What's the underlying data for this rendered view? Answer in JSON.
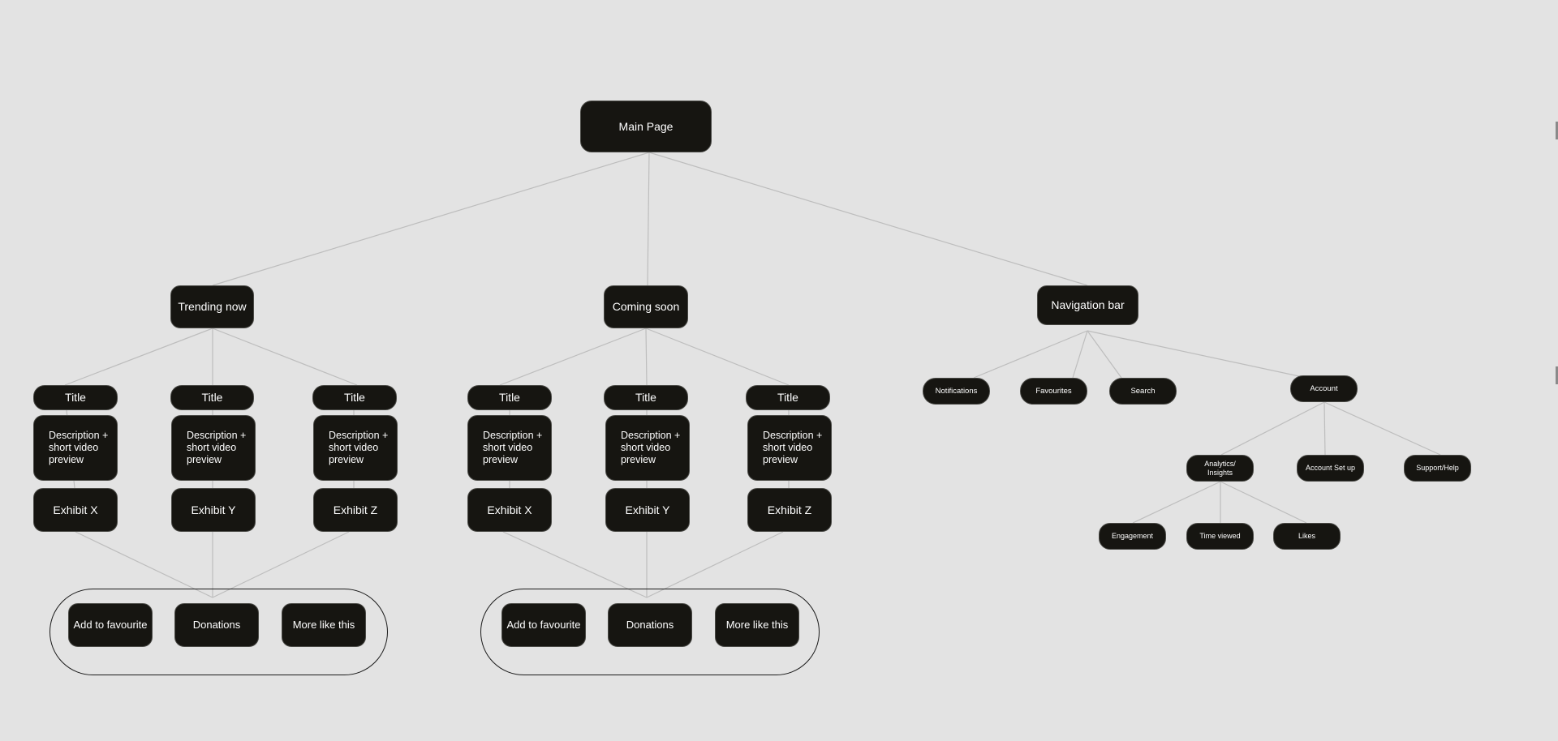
{
  "diagram": {
    "main": "Main Page",
    "trending": {
      "label": "Trending now",
      "columns": [
        {
          "title": "Title",
          "description": "Description + short video preview",
          "exhibit": "Exhibit X"
        },
        {
          "title": "Title",
          "description": "Description + short video preview",
          "exhibit": "Exhibit Y"
        },
        {
          "title": "Title",
          "description": "Description + short video preview",
          "exhibit": "Exhibit Z"
        }
      ],
      "actions": [
        "Add to favourite",
        "Donations",
        "More like this"
      ]
    },
    "coming": {
      "label": "Coming soon",
      "columns": [
        {
          "title": "Title",
          "description": "Description + short video preview",
          "exhibit": "Exhibit X"
        },
        {
          "title": "Title",
          "description": "Description + short video preview",
          "exhibit": "Exhibit Y"
        },
        {
          "title": "Title",
          "description": "Description + short video preview",
          "exhibit": "Exhibit Z"
        }
      ],
      "actions": [
        "Add to favourite",
        "Donations",
        "More like this"
      ]
    },
    "nav": {
      "label": "Navigation bar",
      "items": [
        "Notifications",
        "Favourites",
        "Search",
        "Account"
      ],
      "account_items": [
        "Analytics/ Insights",
        "Account Set up",
        "Support/Help"
      ],
      "analytics_items": [
        "Engagement",
        "Time viewed",
        "Likes"
      ]
    }
  },
  "colors": {
    "background": "#e3e3e3",
    "node_fill": "#161511",
    "node_text": "#ffffff",
    "edge": "#bdbdbd",
    "group_outline": "#1a1a1a"
  }
}
